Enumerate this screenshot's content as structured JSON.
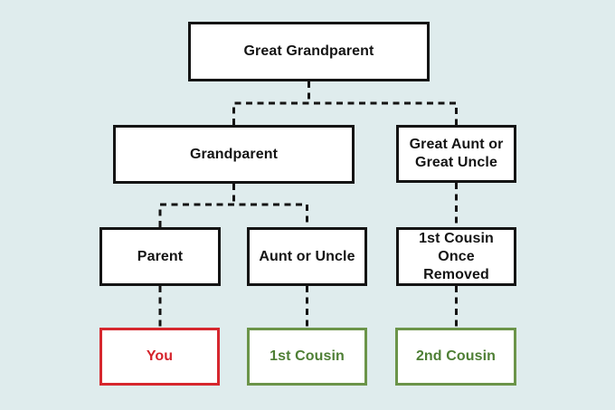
{
  "diagram": {
    "type": "family-tree-flowchart",
    "colors": {
      "background": "#dfeced",
      "box_fill": "#ffffff",
      "box_border": "#141414",
      "label_text": "#141414",
      "connector": "#141414",
      "you_border": "#d6272e",
      "you_text": "#d5232b",
      "cousin_border": "#6b9449",
      "cousin_text": "#4e7f35"
    },
    "connector_style": "dashed"
  },
  "tree": {
    "nodes": [
      {
        "id": "great-grandparent",
        "label": "Great Grandparent",
        "level": 1,
        "variant": "default"
      },
      {
        "id": "grandparent",
        "label": "Grandparent",
        "level": 2,
        "variant": "default"
      },
      {
        "id": "great-aunt-or-great-uncle",
        "label": "Great Aunt or Great Uncle",
        "level": 2,
        "variant": "default"
      },
      {
        "id": "parent",
        "label": "Parent",
        "level": 3,
        "variant": "default"
      },
      {
        "id": "aunt-or-uncle",
        "label": "Aunt or Uncle",
        "level": 3,
        "variant": "default"
      },
      {
        "id": "1st-cousin-once-removed",
        "label": "1st Cousin Once Removed",
        "level": 3,
        "variant": "default"
      },
      {
        "id": "you",
        "label": "You",
        "level": 4,
        "variant": "you"
      },
      {
        "id": "1st-cousin",
        "label": "1st Cousin",
        "level": 4,
        "variant": "cousin"
      },
      {
        "id": "2nd-cousin",
        "label": "2nd Cousin",
        "level": 4,
        "variant": "cousin"
      }
    ],
    "edges": [
      {
        "from": "great-grandparent",
        "to": "grandparent",
        "style": "dashed"
      },
      {
        "from": "great-grandparent",
        "to": "great-aunt-or-great-uncle",
        "style": "dashed"
      },
      {
        "from": "grandparent",
        "to": "parent",
        "style": "dashed"
      },
      {
        "from": "grandparent",
        "to": "aunt-or-uncle",
        "style": "dashed"
      },
      {
        "from": "great-aunt-or-great-uncle",
        "to": "1st-cousin-once-removed",
        "style": "dashed"
      },
      {
        "from": "parent",
        "to": "you",
        "style": "dashed"
      },
      {
        "from": "aunt-or-uncle",
        "to": "1st-cousin",
        "style": "dashed"
      },
      {
        "from": "1st-cousin-once-removed",
        "to": "2nd-cousin",
        "style": "dashed"
      }
    ]
  }
}
